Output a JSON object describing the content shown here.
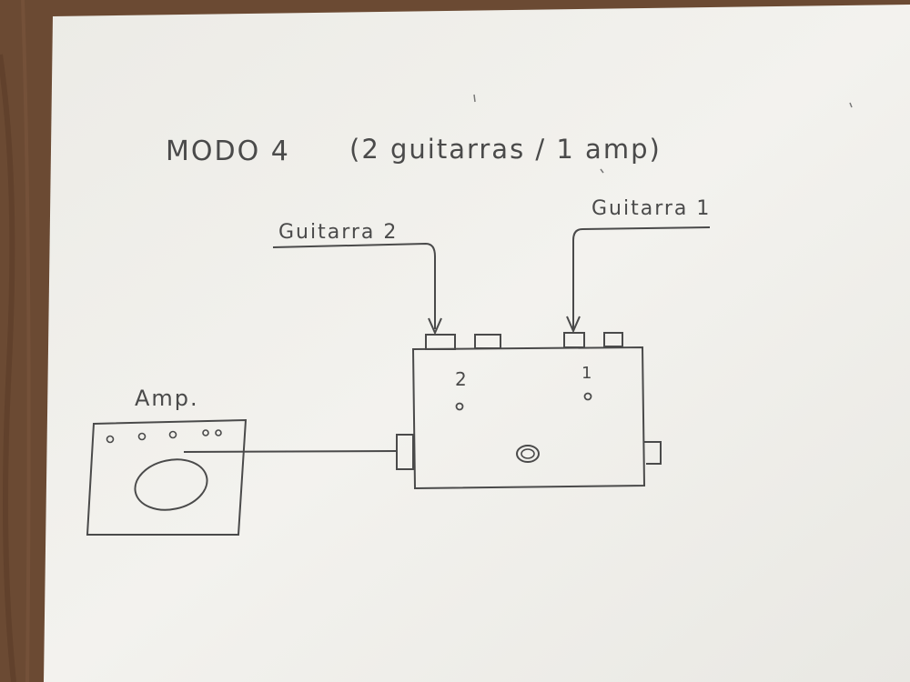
{
  "title": "MODO 4",
  "subtitle": "(2 guitarras / 1 amp)",
  "labels": {
    "guitar2": "Guitarra 2",
    "guitar1": "Guitarra 1",
    "amp": "Amp.",
    "input2": "2",
    "input1": "1"
  },
  "colors": {
    "paper": "#f1f0ec",
    "pencil": "#4a4a4a",
    "table": "#6b4a33"
  }
}
